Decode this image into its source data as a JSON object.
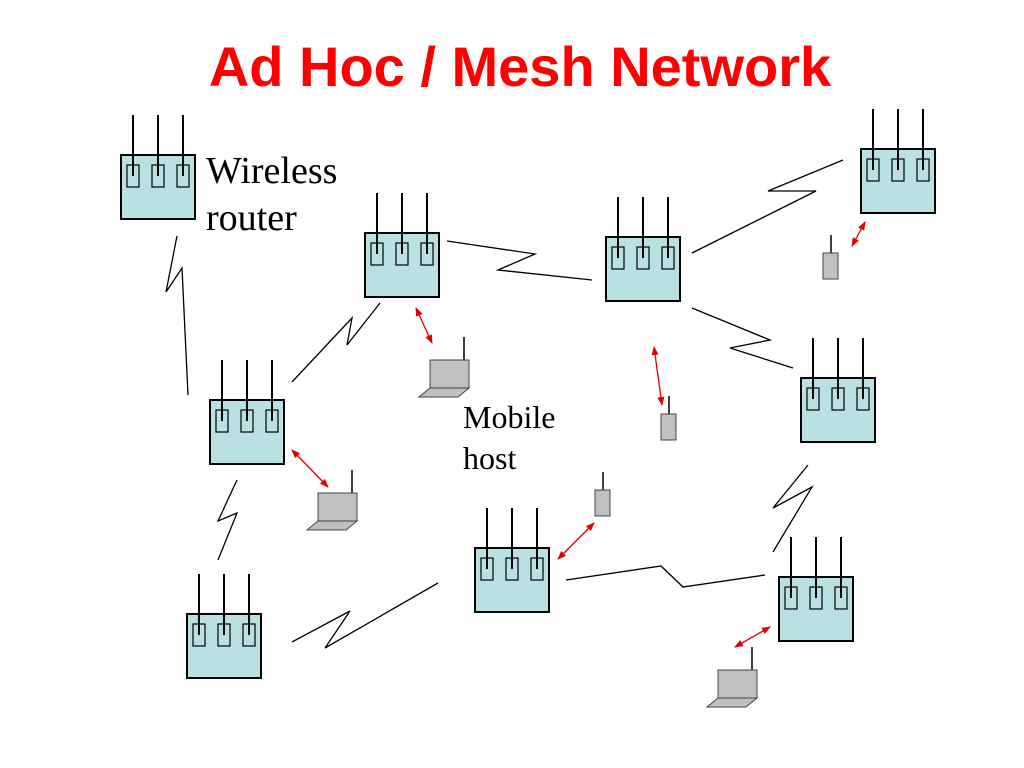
{
  "title": "Ad Hoc / Mesh Network",
  "labels": {
    "router": [
      "Wireless",
      "router"
    ],
    "mobile_host": [
      "Mobile",
      "host"
    ]
  },
  "colors": {
    "title": "#ff0000",
    "router_fill": "#b9e0e3",
    "device_fill": "#c0c0c0",
    "arrow": "#e00000",
    "line": "#000000"
  },
  "icons": {
    "router": "router-icon",
    "laptop": "laptop-icon",
    "phone": "phone-icon"
  }
}
